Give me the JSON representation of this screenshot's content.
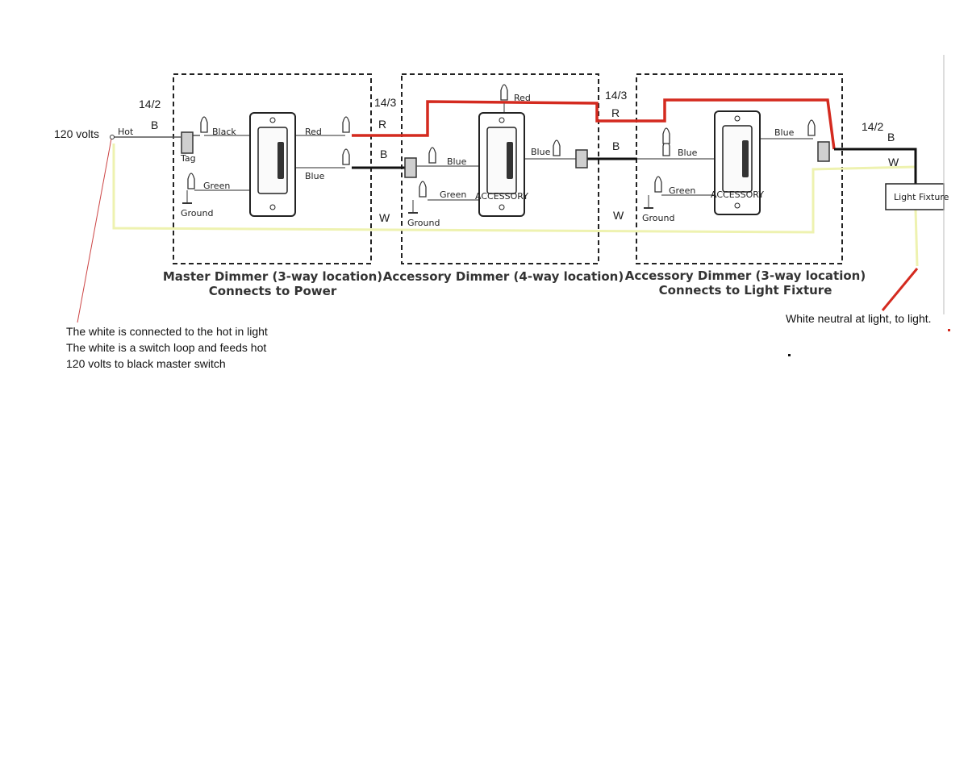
{
  "source": {
    "voltage_label": "120 volts",
    "hot_label": "Hot"
  },
  "cables": {
    "c1_type": "14/2",
    "c1_b": "B",
    "c2_type": "14/3",
    "c2_r": "R",
    "c2_b": "B",
    "c2_w": "W",
    "c3_type": "14/3",
    "c3_r": "R",
    "c3_b": "B",
    "c3_w": "W",
    "c4_type": "14/2",
    "c4_b": "B",
    "c4_w": "W"
  },
  "boxes": [
    {
      "caption_line1": "Master Dimmer (3-way location)",
      "caption_line2": "Connects to Power",
      "labels": {
        "black": "Black",
        "tag": "Tag",
        "green": "Green",
        "ground": "Ground",
        "red": "Red",
        "blue": "Blue"
      }
    },
    {
      "caption_line1": "Accessory Dimmer (4-way location)",
      "caption_line2": "",
      "device_text": "ACCESSORY",
      "labels": {
        "red": "Red",
        "blue_left": "Blue",
        "green": "Green",
        "ground": "Ground",
        "blue_right": "Blue"
      }
    },
    {
      "caption_line1": "Accessory Dimmer (3-way location)",
      "caption_line2": "Connects to Light Fixture",
      "device_text": "ACCESSORY",
      "labels": {
        "blue_left": "Blue",
        "green": "Green",
        "ground": "Ground",
        "blue_right": "Blue"
      }
    }
  ],
  "fixture": {
    "label": "Light Fixture",
    "neutral_note": "White neutral at light, to light."
  },
  "notes": [
    "The white is connected to the hot in light",
    "The white is a switch loop and feeds hot",
    "120 volts to black master switch"
  ],
  "colors": {
    "hot_black": "#111111",
    "traveler_red": "#d42a1f",
    "neutral_white": "#eef2b0",
    "box_border": "#222222"
  }
}
